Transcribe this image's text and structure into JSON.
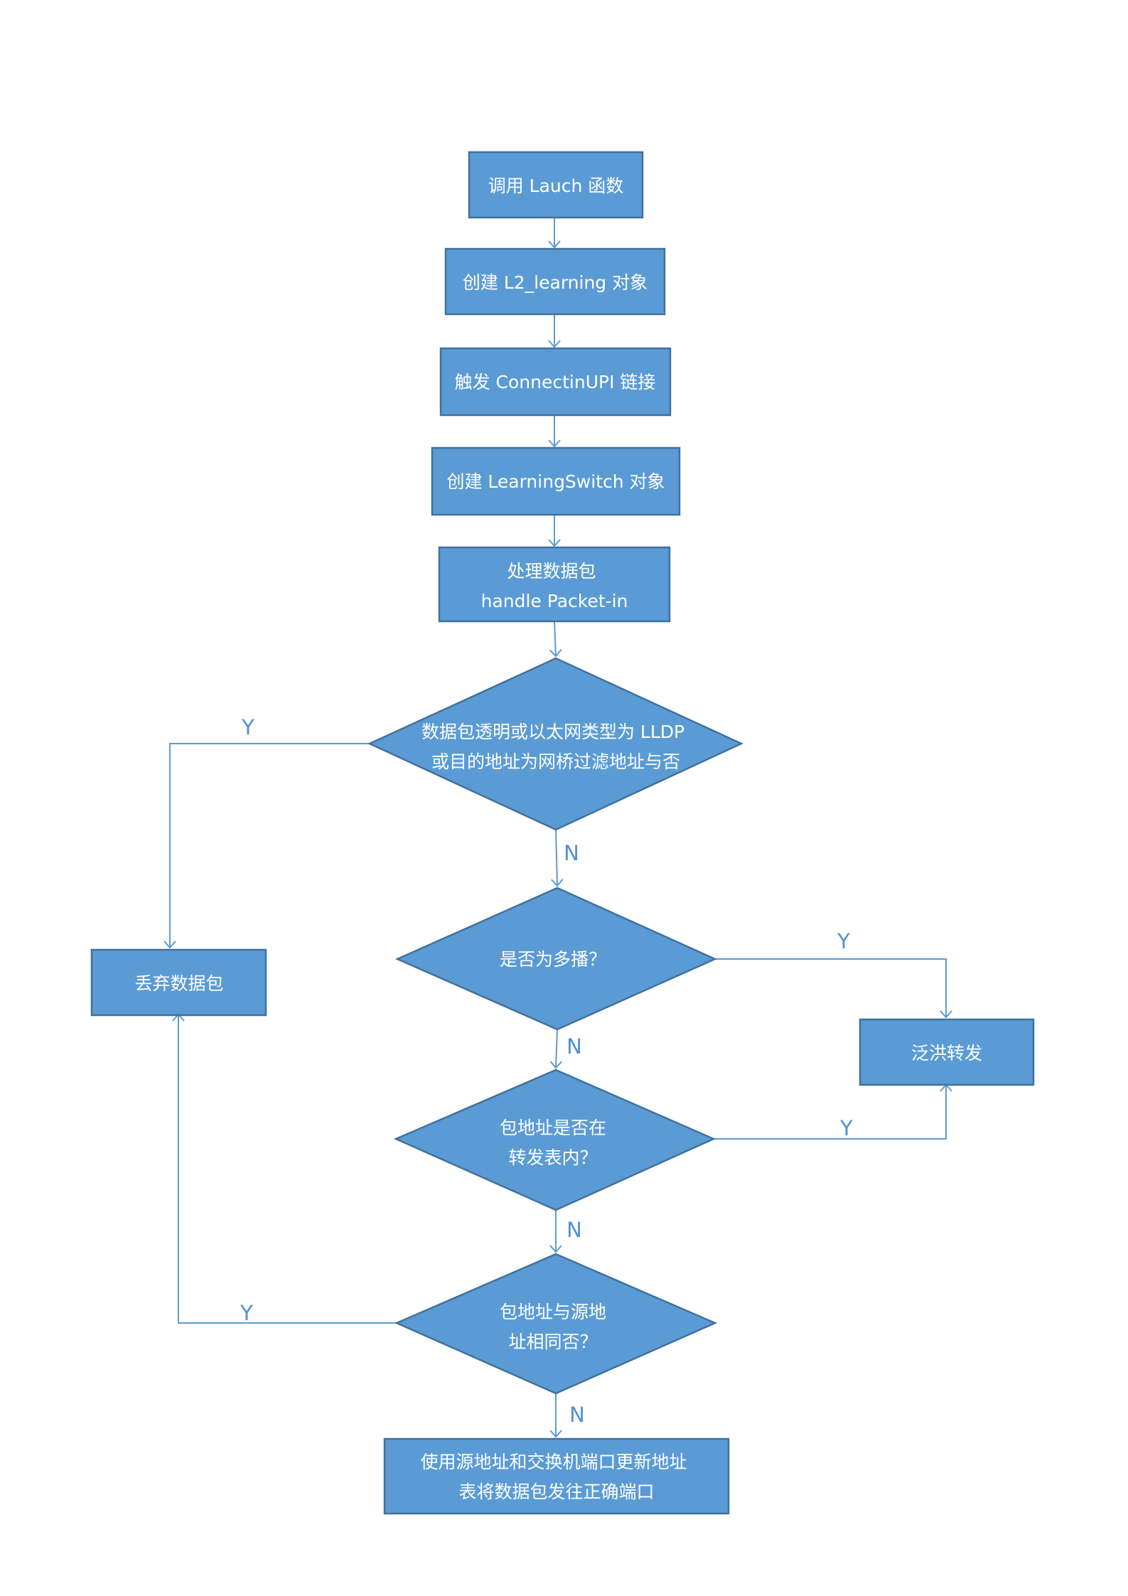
{
  "colors": {
    "node_fill": "#5b9bd5",
    "node_border": "#41719c",
    "edge": "#5b9bd5",
    "label": "#4f8fd6"
  },
  "nodes": {
    "launch": [
      "调用 Lauch 函数"
    ],
    "create_l2": [
      "创建 L2_learning 对象"
    ],
    "trigger_connection": [
      "触发 ConnectinUPI 链接"
    ],
    "create_switch": [
      "创建 LearningSwitch 对象"
    ],
    "handle_packet": [
      "处理数据包",
      "handle Packet-in"
    ],
    "check_lldp": [
      "数据包透明或以太网类型为 LLDP",
      "或目的地址为网桥过滤地址与否"
    ],
    "check_multicast": [
      "是否为多播？"
    ],
    "check_in_table": [
      "包地址是否在",
      "转发表内？"
    ],
    "check_same_source": [
      "包地址与源地",
      "址相同否？"
    ],
    "drop_packet": [
      "丢弃数据包"
    ],
    "flood": [
      "泛洪转发"
    ],
    "update_forward": [
      "使用源地址和交换机端口更新地址",
      "表将数据包发往正确端口"
    ]
  },
  "edge_labels": {
    "lldp_yes": "Y",
    "lldp_no": "N",
    "multicast_yes": "Y",
    "multicast_no": "N",
    "table_yes": "Y",
    "table_no": "N",
    "same_yes": "Y",
    "same_no": "N"
  }
}
